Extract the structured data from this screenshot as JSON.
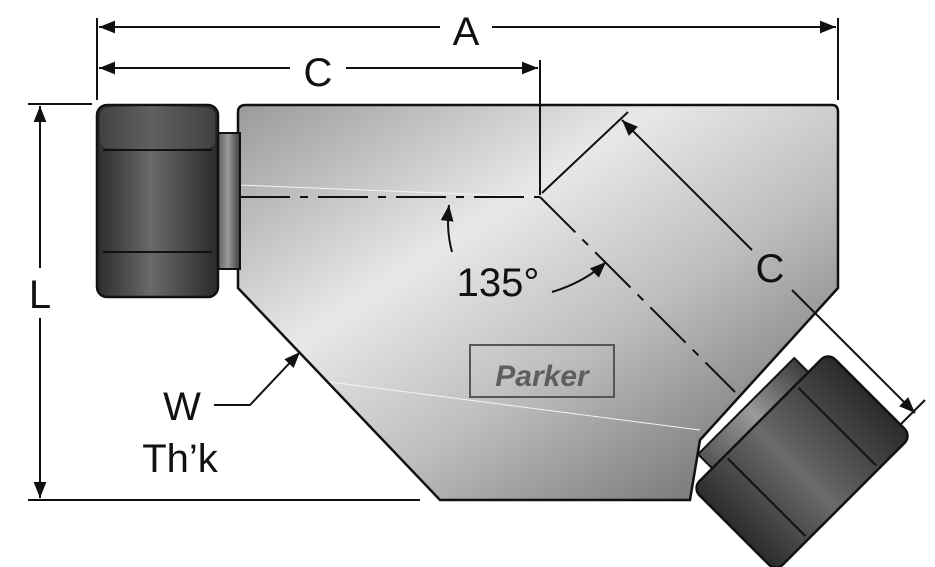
{
  "title": "Y-strainer fitting dimension drawing",
  "labels": {
    "overall_length": "A",
    "center_to_end_horizontal": "C",
    "center_to_end_angled": "C",
    "height": "L",
    "angle": "135°",
    "thickness_line1": "W",
    "thickness_line2": "Th’k"
  },
  "logo": "Parker",
  "colors": {
    "line": "#111111",
    "body_light": "#e6e6e6",
    "body_dark": "#5a5a5a",
    "nut": "#3a3a3a"
  }
}
